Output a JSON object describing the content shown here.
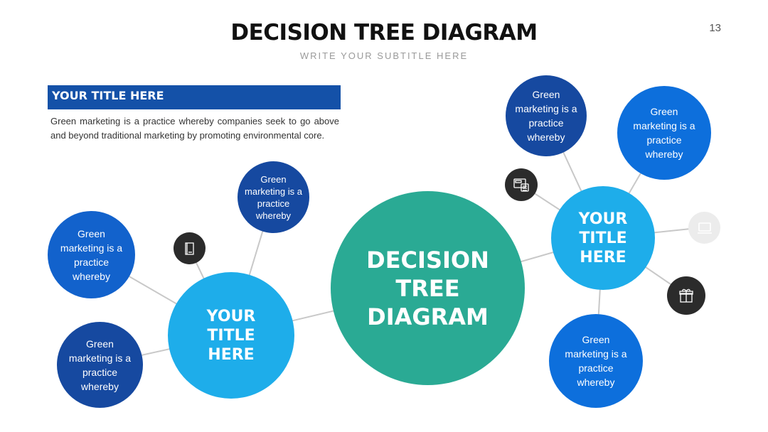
{
  "header": {
    "title": "DECISION TREE DIAGRAM",
    "subtitle": "WRITE YOUR SUBTITLE HERE",
    "page_number": "13"
  },
  "intro": {
    "title": "YOUR TITLE HERE",
    "body": "Green marketing is a practice whereby companies seek to go above and beyond traditional marketing by promoting environmental core."
  },
  "diagram": {
    "center": {
      "label": "DECISION TREE DIAGRAM"
    },
    "left_hub": {
      "label": "YOUR TITLE HERE"
    },
    "right_hub": {
      "label": "YOUR TITLE HERE"
    },
    "leaves": {
      "left_top": "Green marketing is a practice whereby",
      "left_upper": "Green marketing is a practice whereby",
      "left_lower": "Green marketing is a practice whereby",
      "right_top_left": "Green marketing is a practice whereby",
      "right_top_right": "Green marketing is a practice whereby",
      "right_bottom": "Green marketing is a practice whereby"
    },
    "icons": [
      "book-icon",
      "calculator-icon",
      "laptop-icon",
      "gift-icon"
    ]
  },
  "colors": {
    "center": "#2aaa94",
    "hub": "#1eadea",
    "leaf_dark": "#1649a0",
    "leaf_mid": "#1262cc",
    "leaf_bright": "#0d6fdc",
    "icon_dark": "#2b2b2b",
    "icon_light": "#ececec",
    "connector": "#c8c8c8",
    "title_bar": "#1451a8"
  }
}
